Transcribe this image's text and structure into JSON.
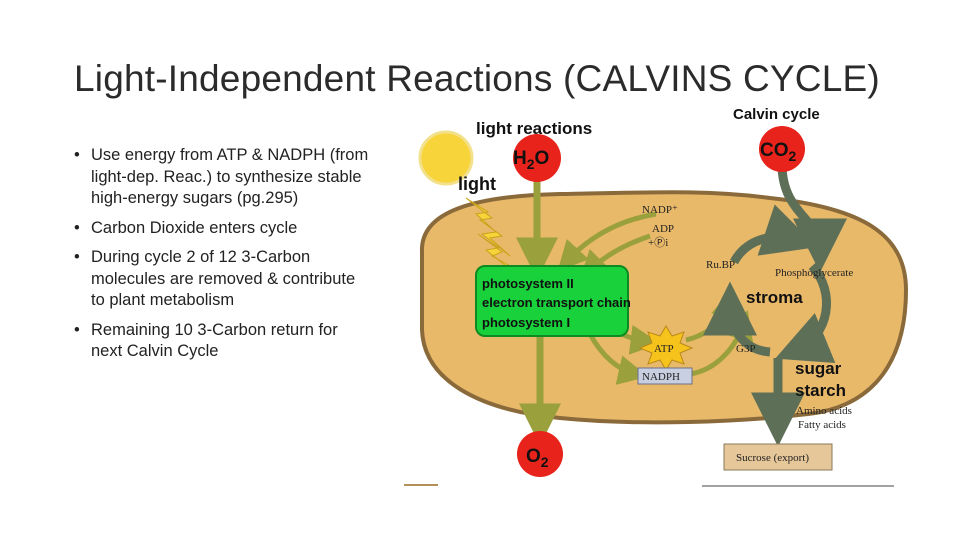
{
  "slide": {
    "title": "Light-Independent Reactions (CALVINS CYCLE)",
    "bullets": [
      "Use energy from ATP & NADPH (from light-dep. Reac.)  to synthesize stable high-energy sugars (pg.295)",
      "Carbon Dioxide enters cycle",
      "During cycle 2 of 12 3-Carbon molecules are removed & contribute to plant metabolism",
      "Remaining 10 3-Carbon return for next Calvin Cycle"
    ]
  },
  "diagram": {
    "light_reactions": "light reactions",
    "calvin_cycle": "Calvin cycle",
    "light": "light",
    "h2o": {
      "main": "H",
      "sub": "2",
      "tail": "O"
    },
    "co2": {
      "main": "CO",
      "sub": "2"
    },
    "o2": {
      "main": "O",
      "sub": "2"
    },
    "nadp": "NADP⁺",
    "adp": "ADP",
    "pi": "+Ⓟi",
    "rubp": "Ru.BP",
    "phosphoglycerate": "Phosphoglycerate",
    "stroma": "stroma",
    "photosystem2": "photosystem II",
    "etc": "electron transport chain",
    "photosystem1": "photosystem I",
    "atp": "ATP",
    "nadph": "NADPH",
    "g3p": "G3P",
    "sugar": "sugar",
    "starch": "starch",
    "amino_acids": "Amino acids",
    "fatty_acids": "Fatty acids",
    "sucrose": "Sucrose (export)"
  },
  "colors": {
    "stroma_fill": "#e9b96a",
    "border": "#8a6a3a",
    "thylakoid_green": "#19d13a",
    "red_circle": "#e8231b",
    "sun": "#f6d43a",
    "arrow_gray": "#5e6f57",
    "arrow_olive": "#9aa03c"
  },
  "icons": [
    "sun-icon",
    "lightning-bolt-icon",
    "atp-starburst-icon"
  ]
}
